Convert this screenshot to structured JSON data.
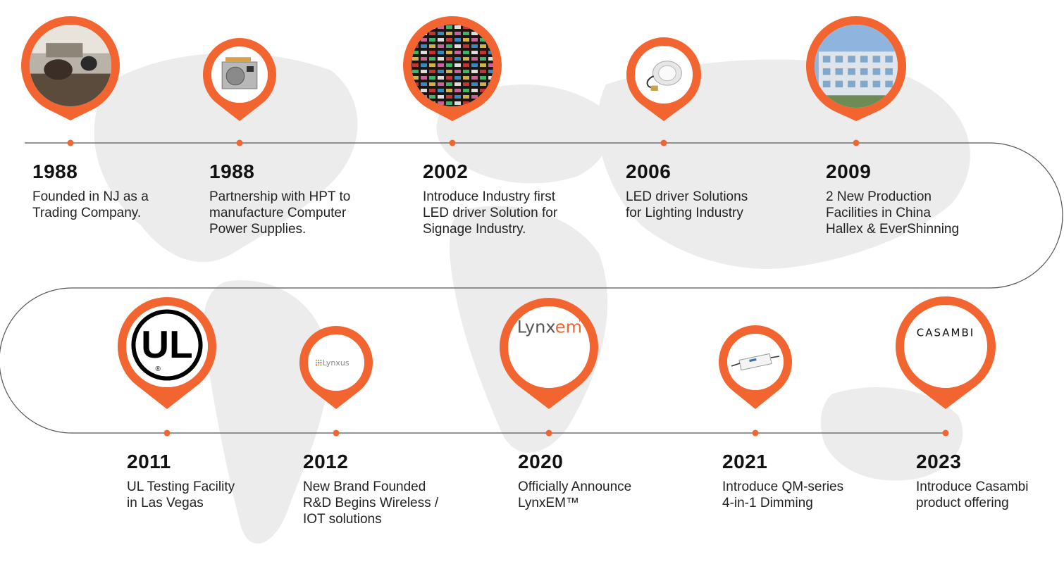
{
  "colors": {
    "accent": "#f26530",
    "track": "#555555",
    "map": "#ececec"
  },
  "timeline": [
    {
      "year": "1988",
      "lines": [
        "Founded in NJ as a",
        "Trading Company."
      ],
      "icon": "office-photo"
    },
    {
      "year": "1988",
      "lines": [
        "Partnership with HPT to",
        "manufacture Computer",
        "Power Supplies."
      ],
      "icon": "power-supply-photo"
    },
    {
      "year": "2002",
      "lines": [
        "Introduce Industry first",
        "LED driver Solution for",
        "Signage Industry."
      ],
      "icon": "signage-photo"
    },
    {
      "year": "2006",
      "lines": [
        "LED driver Solutions",
        "for Lighting Industry"
      ],
      "icon": "downlight-photo"
    },
    {
      "year": "2009",
      "lines": [
        "2 New Production",
        "Facilities in China",
        "Hallex & EverShinning"
      ],
      "icon": "factory-photo"
    },
    {
      "year": "2011",
      "lines": [
        "UL Testing Facility",
        "in  Las Vegas"
      ],
      "icon": "ul-logo"
    },
    {
      "year": "2012",
      "lines": [
        "New Brand Founded",
        "R&D Begins Wireless /",
        "IOT solutions"
      ],
      "icon": "lynxus-logo"
    },
    {
      "year": "2020",
      "lines": [
        "Officially Announce",
        "LynxEM™"
      ],
      "icon": "lynxem-logo"
    },
    {
      "year": "2021",
      "lines": [
        "Introduce QM-series",
        "4-in-1 Dimming"
      ],
      "icon": "led-driver-photo"
    },
    {
      "year": "2023",
      "lines": [
        "Introduce Casambi",
        "product offering"
      ],
      "icon": "casambi-logo"
    }
  ],
  "logos": {
    "ul": "UL",
    "ul_registered": "®",
    "lynxus": "Lynxus",
    "lynxem_a": "Lynx",
    "lynxem_b": "em",
    "lynxem_tm": "TM",
    "casambi": "CASAMBI"
  }
}
